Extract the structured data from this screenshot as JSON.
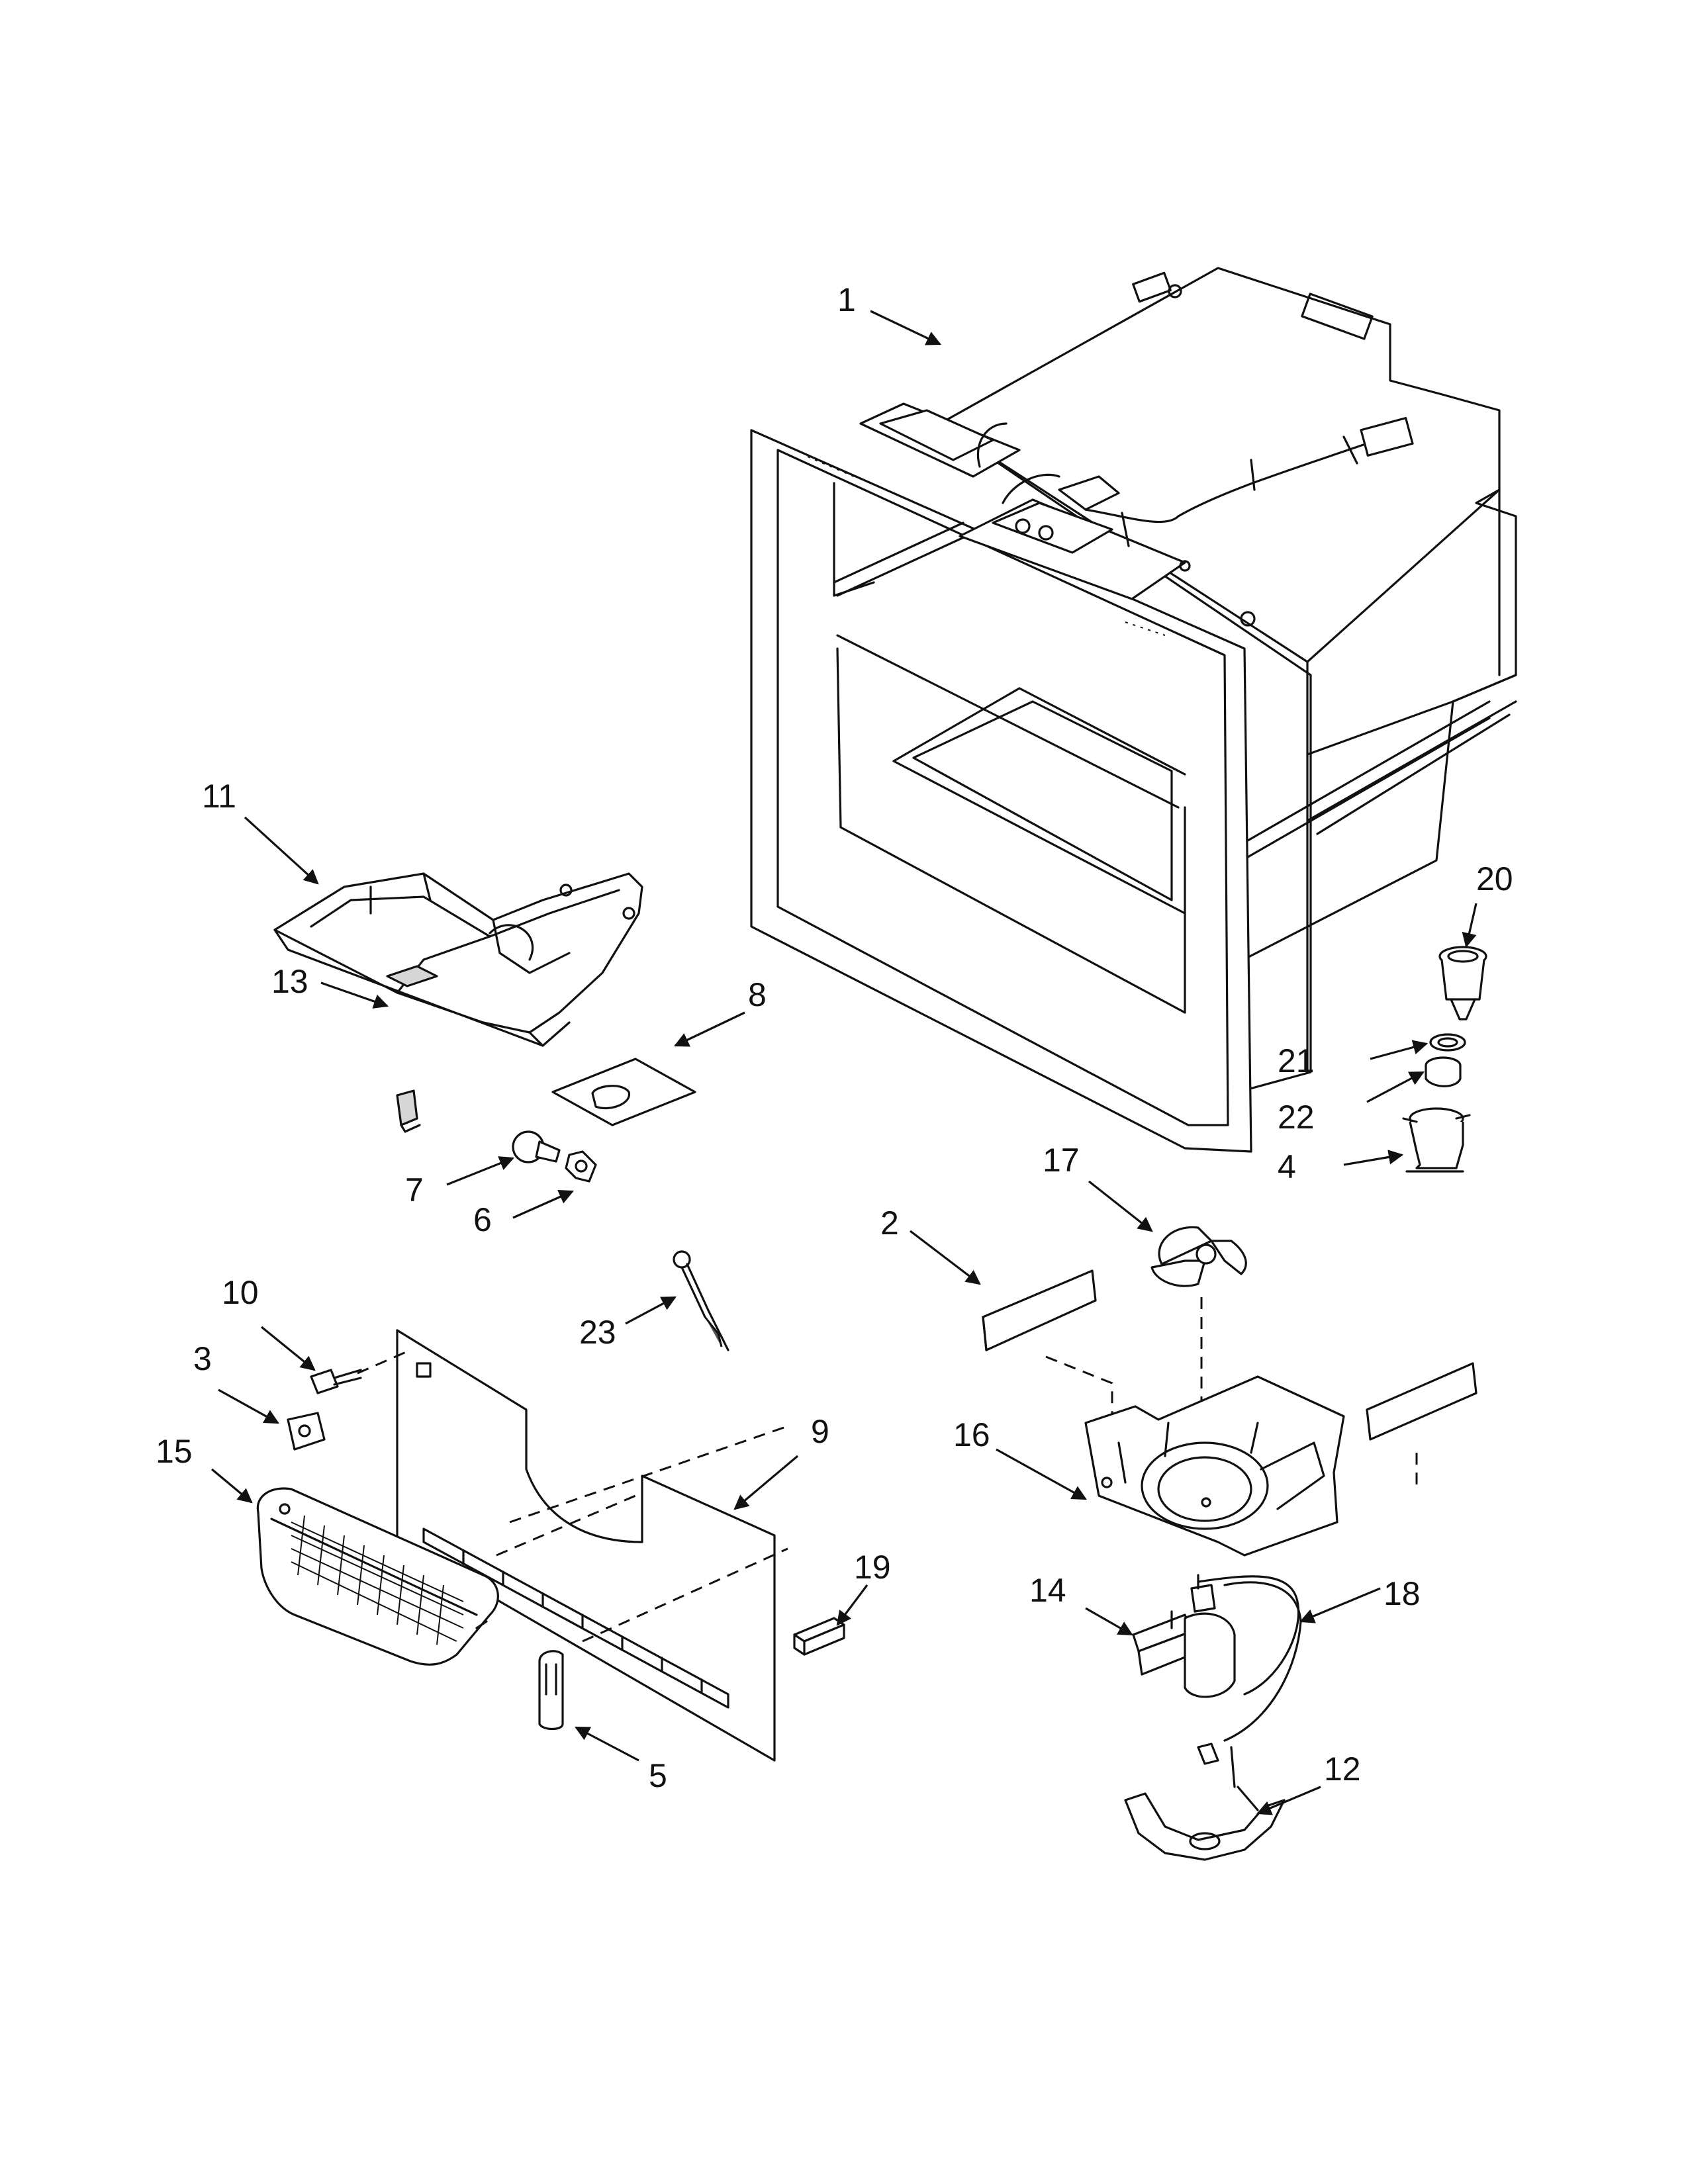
{
  "parts": [
    {
      "id": "part-1",
      "number": "1"
    },
    {
      "id": "part-2",
      "number": "2"
    },
    {
      "id": "part-3",
      "number": "3"
    },
    {
      "id": "part-4",
      "number": "4"
    },
    {
      "id": "part-5",
      "number": "5"
    },
    {
      "id": "part-6",
      "number": "6"
    },
    {
      "id": "part-7",
      "number": "7"
    },
    {
      "id": "part-8",
      "number": "8"
    },
    {
      "id": "part-9",
      "number": "9"
    },
    {
      "id": "part-10",
      "number": "10"
    },
    {
      "id": "part-11",
      "number": "11"
    },
    {
      "id": "part-12",
      "number": "12"
    },
    {
      "id": "part-13",
      "number": "13"
    },
    {
      "id": "part-14",
      "number": "14"
    },
    {
      "id": "part-15",
      "number": "15"
    },
    {
      "id": "part-16",
      "number": "16"
    },
    {
      "id": "part-17",
      "number": "17"
    },
    {
      "id": "part-18",
      "number": "18"
    },
    {
      "id": "part-19",
      "number": "19"
    },
    {
      "id": "part-20",
      "number": "20"
    },
    {
      "id": "part-21",
      "number": "21"
    },
    {
      "id": "part-22",
      "number": "22"
    },
    {
      "id": "part-23",
      "number": "23"
    }
  ]
}
